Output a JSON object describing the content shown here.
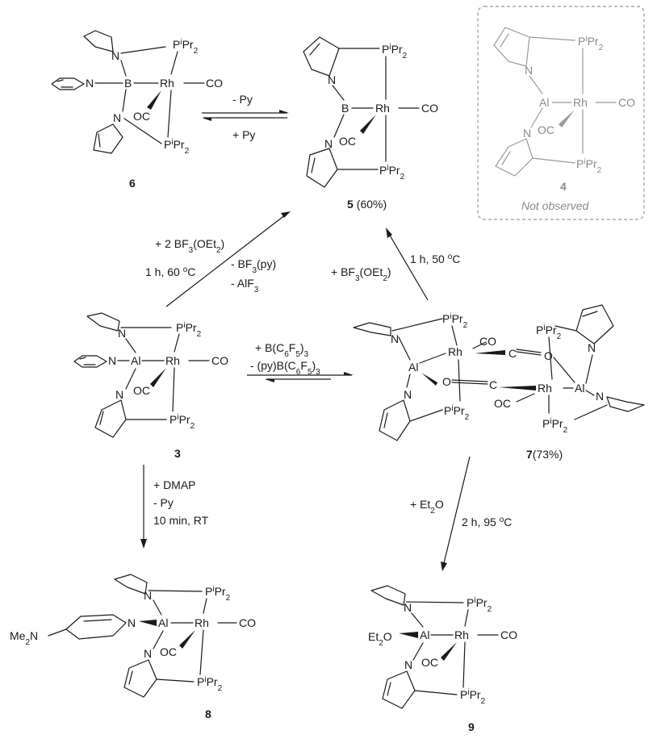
{
  "atoms": {
    "rh": "Rh",
    "al": "Al",
    "b": "B",
    "n": "N",
    "co": "CO",
    "oc": "OC",
    "o": "O",
    "c": "C",
    "p": "P",
    "pr2": "Pr",
    "sub2": "2",
    "supi": "i",
    "et2o": "Et",
    "et2o_o": "O",
    "me2n_me": "Me",
    "me2n_n": "N"
  },
  "compounds": {
    "c3": "3",
    "c4": "4",
    "c4_note": "Not observed",
    "c5": "5",
    "c5_yield": "(60%)",
    "c6": "6",
    "c7": "7",
    "c7_yield": "(73%)",
    "c8": "8",
    "c9": "9"
  },
  "reactions": {
    "r6_5_forward": "- Py",
    "r6_5_reverse": "+ Py",
    "r3_5_reagent": "+ 2 BF",
    "r3_5_reagent_tail": "(OEt",
    "r3_5_conditions": "1 h, 60 ",
    "r3_5_byproduct1": "- BF",
    "r3_5_byproduct1_tail": "(py)",
    "r3_5_byproduct2": "- AlF",
    "r7_5_reagent": "+ BF",
    "r7_5_reagent_tail": "(OEt",
    "r7_5_conditions": "1 h, 50 ",
    "r3_7_reagent": "+ B(C",
    "r3_7_byproduct": "- (py)B(C",
    "r3_8_reagent": "+ DMAP",
    "r3_8_byproduct": "- Py",
    "r3_8_conditions": "10 min, RT",
    "r7_9_reagent": "+ Et",
    "r7_9_conditions": "2 h, 95 "
  }
}
